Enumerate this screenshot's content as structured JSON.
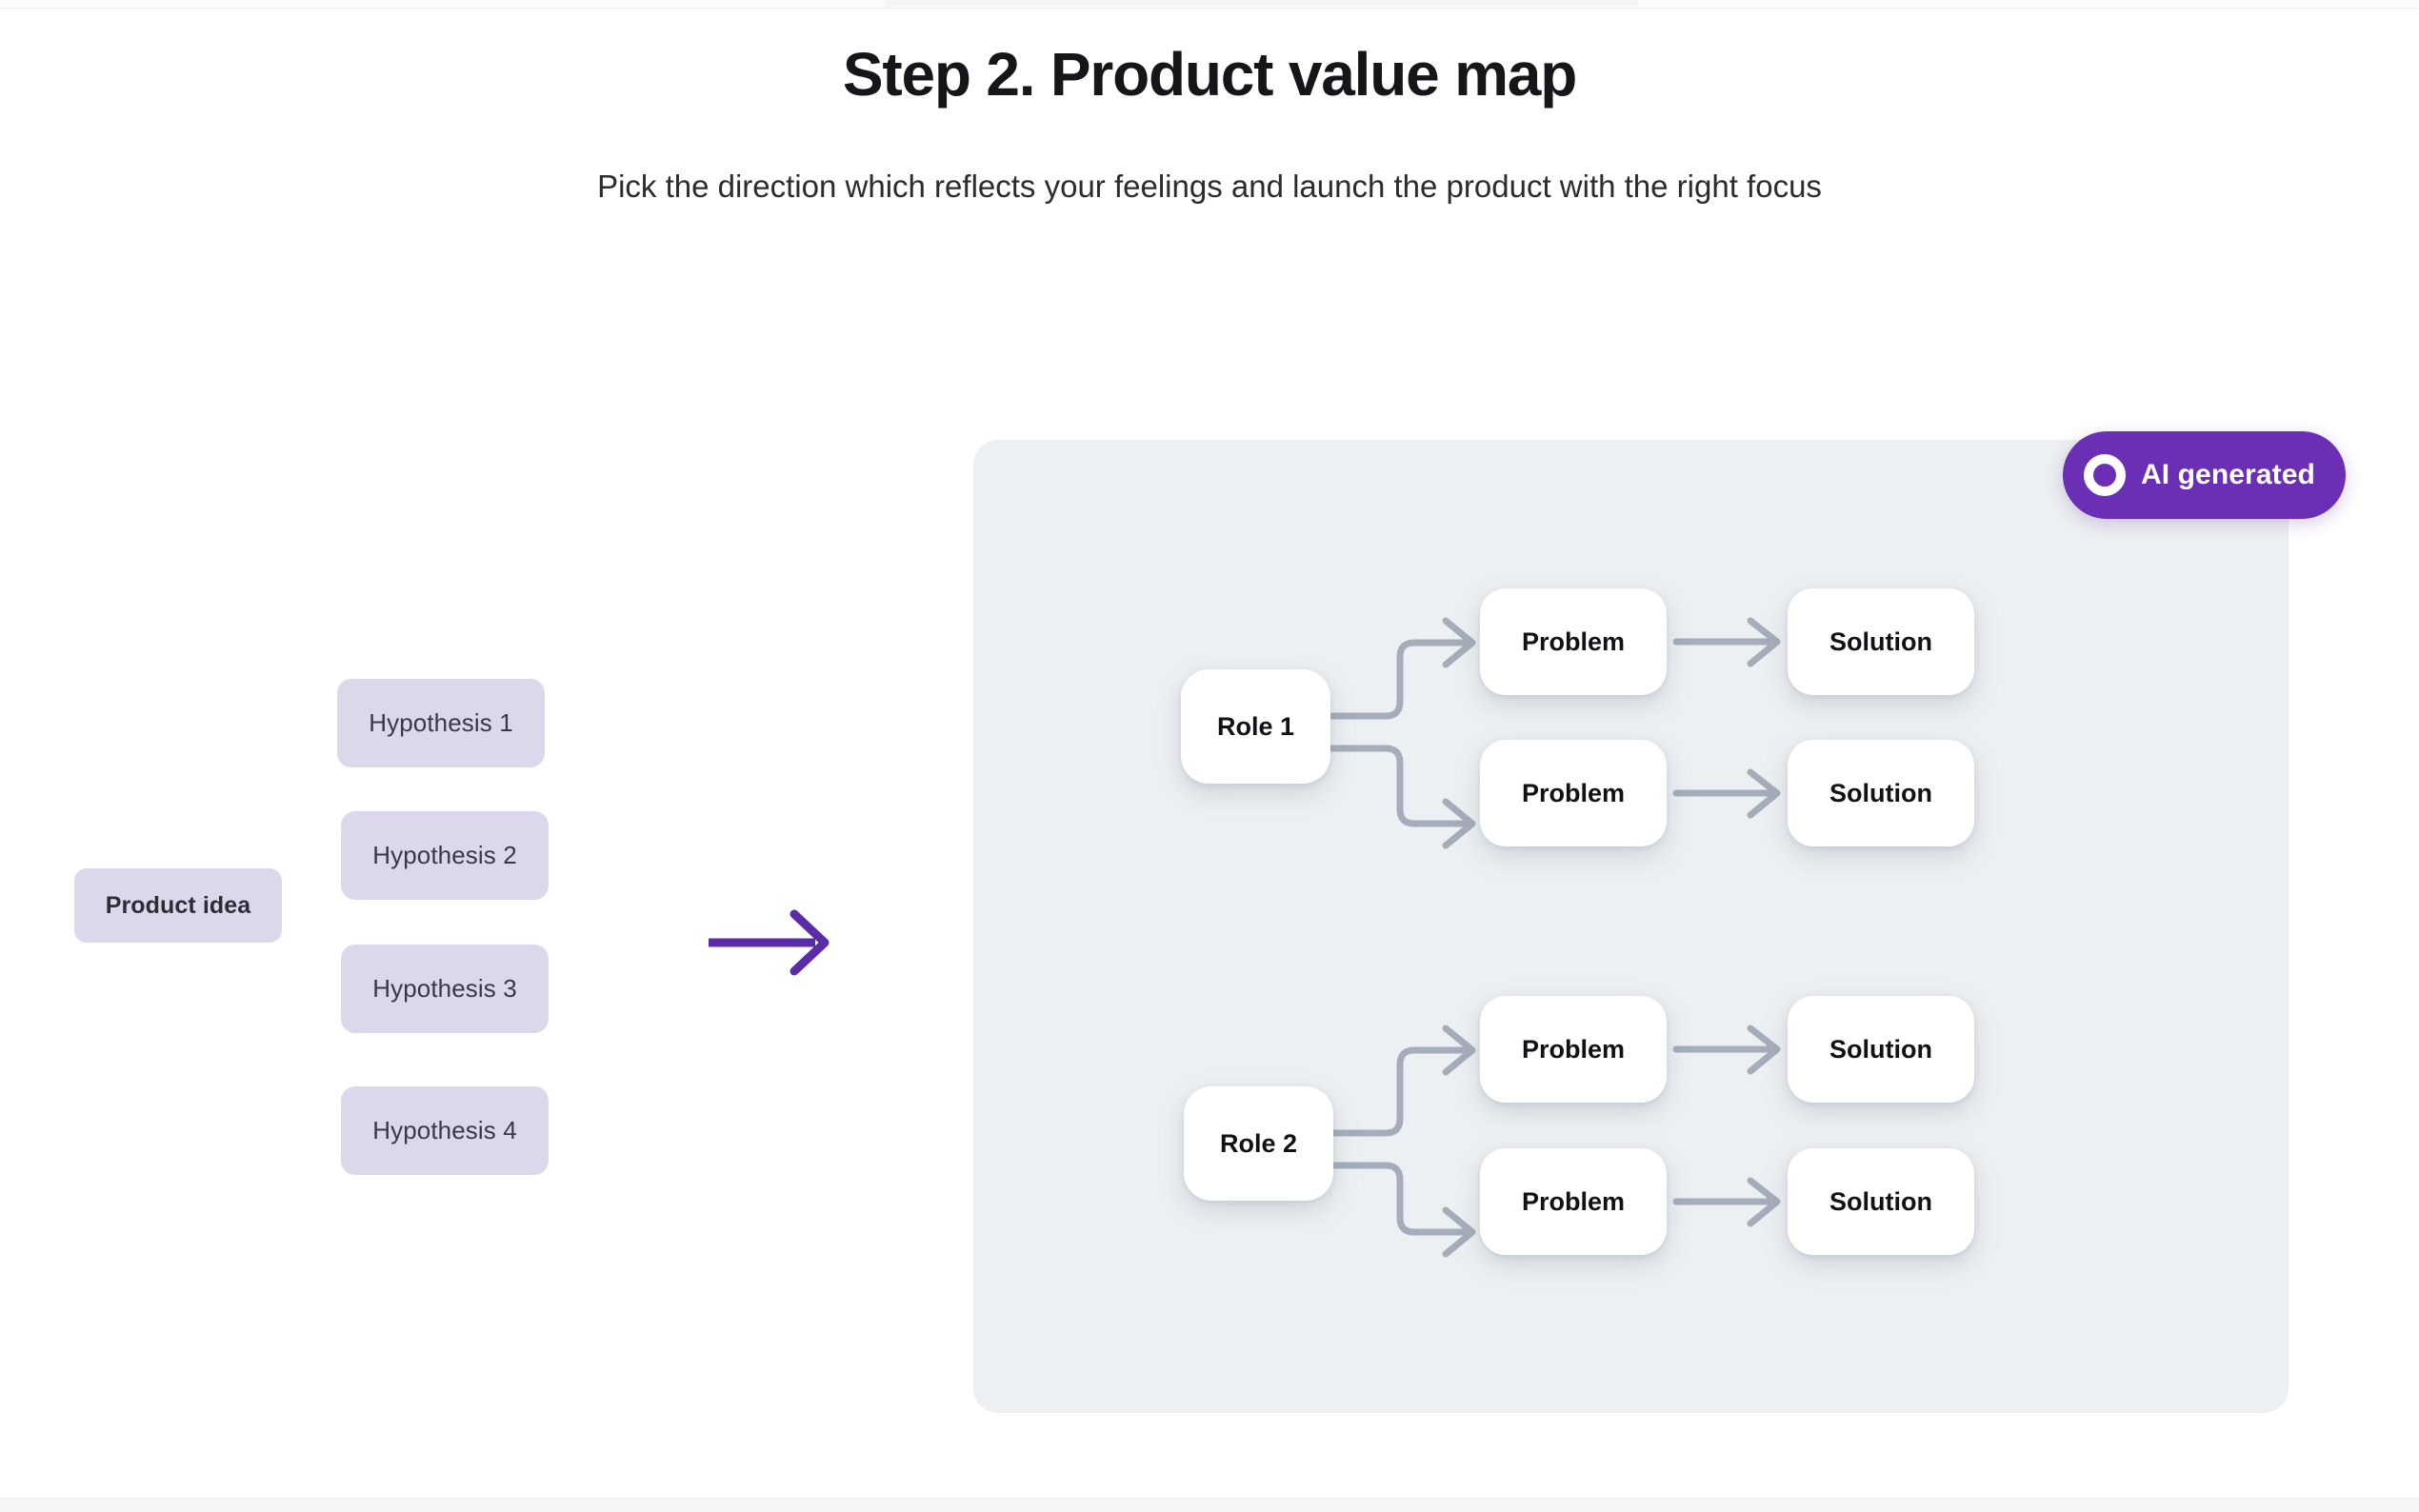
{
  "header": {
    "title": "Step 2. Product value map",
    "subtitle": "Pick the direction which reflects your feelings and launch the product with the right focus"
  },
  "left_column": {
    "product_idea_label": "Product idea",
    "hypotheses": [
      {
        "label": "Hypothesis 1"
      },
      {
        "label": "Hypothesis 2"
      },
      {
        "label": "Hypothesis 3"
      },
      {
        "label": "Hypothesis 4"
      }
    ]
  },
  "flow_arrow": {
    "icon": "arrow-right-icon",
    "color": "#5b2ca8"
  },
  "ai_panel": {
    "background_color": "#edf0f2",
    "badge": {
      "icon": "ring-icon",
      "label": "AI generated",
      "background_color": "#6b2fb5",
      "text_color": "#ffffff"
    },
    "groups": [
      {
        "role_label": "Role 1",
        "branches": [
          {
            "problem_label": "Problem",
            "solution_label": "Solution"
          },
          {
            "problem_label": "Problem",
            "solution_label": "Solution"
          }
        ]
      },
      {
        "role_label": "Role 2",
        "branches": [
          {
            "problem_label": "Problem",
            "solution_label": "Solution"
          },
          {
            "problem_label": "Problem",
            "solution_label": "Solution"
          }
        ]
      }
    ],
    "connector_color": "#a4adb9"
  }
}
